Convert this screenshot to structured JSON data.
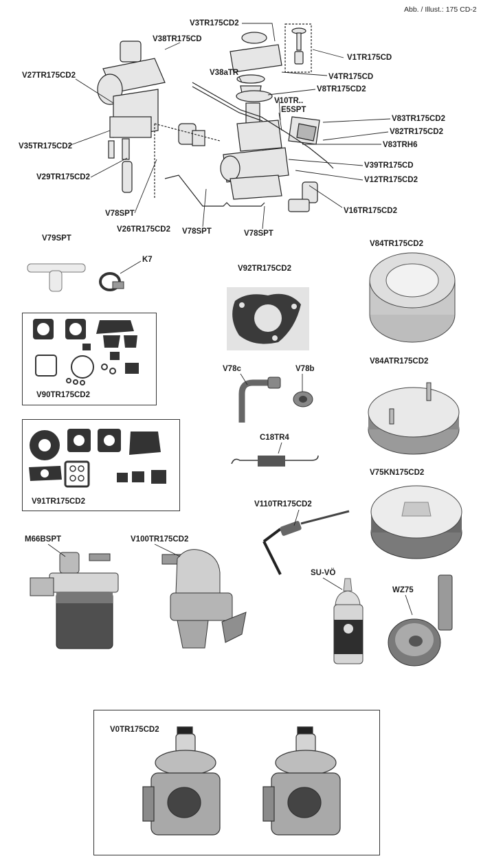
{
  "header": {
    "text": "Abb. / Illust.: 175 CD-2"
  },
  "parts": {
    "V3TR175CD2": "V3TR175CD2",
    "V1TR175CD": "V1TR175CD",
    "V38TR175CD": "V38TR175CD",
    "V27TR175CD2": "V27TR175CD2",
    "V38aTR": "V38aTR",
    "V4TR175CD": "V4TR175CD",
    "V8TR175CD2": "V8TR175CD2",
    "V10TR": "V10TR..",
    "E5SPT": "E5SPT",
    "V83TR175CD2": "V83TR175CD2",
    "V82TR175CD2": "V82TR175CD2",
    "V35TR175CD2": "V35TR175CD2",
    "V83TRH6": "V83TRH6",
    "V39TR175CD": "V39TR175CD",
    "V29TR175CD2": "V29TR175CD2",
    "V12TR175CD2": "V12TR175CD2",
    "V16TR175CD2": "V16TR175CD2",
    "V78SPT": "V78SPT",
    "V26TR175CD2": "V26TR175CD2",
    "V79SPT": "V79SPT",
    "K7": "K7",
    "V92TR175CD2": "V92TR175CD2",
    "V84TR175CD2": "V84TR175CD2",
    "V90TR175CD2": "V90TR175CD2",
    "V78c": "V78c",
    "V78b": "V78b",
    "V84ATR175CD2": "V84ATR175CD2",
    "C18TR4": "C18TR4",
    "V91TR175CD2": "V91TR175CD2",
    "V75KN175CD2": "V75KN175CD2",
    "V110TR175CD2": "V110TR175CD2",
    "M66BSPT": "M66BSPT",
    "V100TR175CD2": "V100TR175CD2",
    "SU_VO": "SU-VÖ",
    "WZ75": "WZ75",
    "V0TR175CD2": "V0TR175CD2"
  },
  "colors": {
    "ink": "#1a1a1a",
    "part_light": "#e6e6e6",
    "part_mid": "#b5b5b5",
    "part_dark": "#555555"
  }
}
